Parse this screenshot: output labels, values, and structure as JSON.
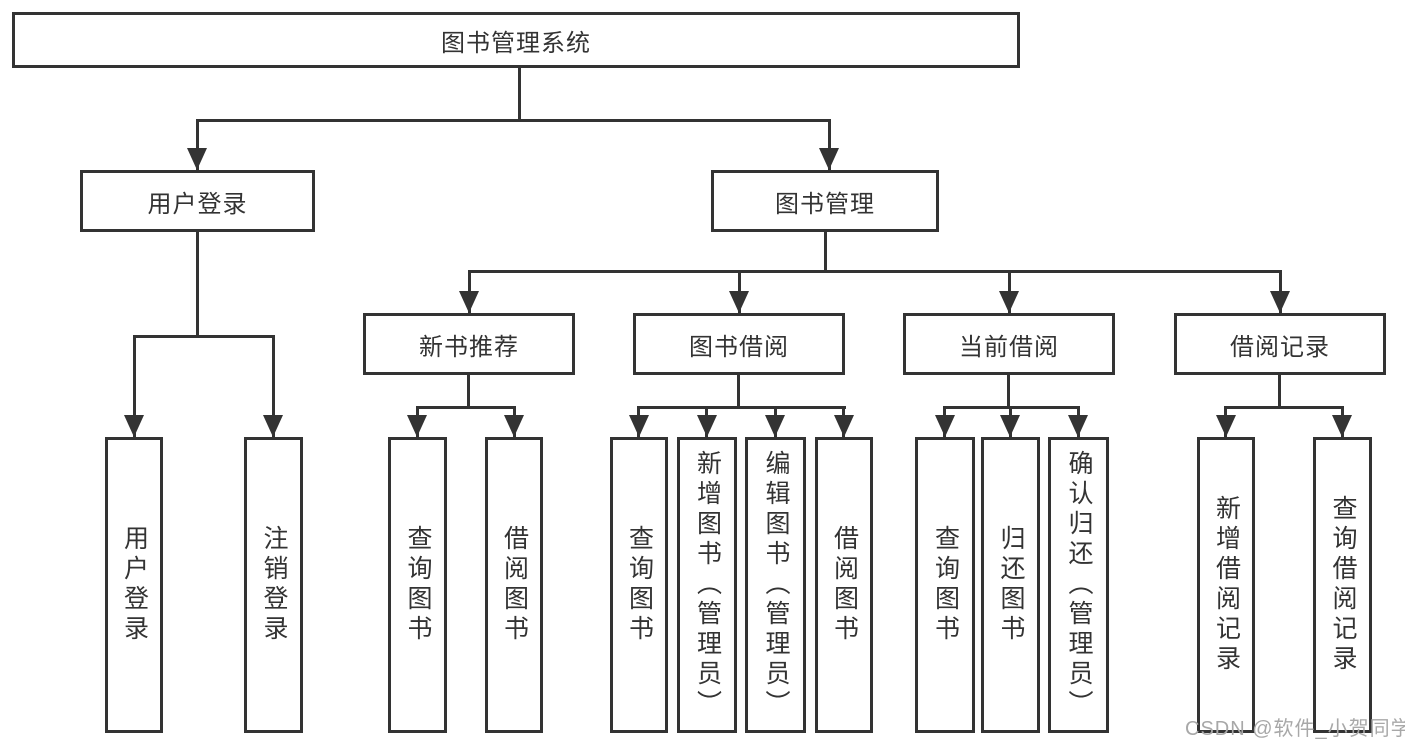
{
  "colors": {
    "line": "#333333",
    "box_border": "#333333",
    "text": "#333333",
    "background": "#ffffff",
    "watermark": "#a8a8a8"
  },
  "watermark": "CSDN @软件_小贺同学",
  "tree": {
    "root": "图书管理系统",
    "branches": [
      {
        "label": "用户登录",
        "children": [
          "用户登录",
          "注销登录"
        ]
      },
      {
        "label": "图书管理",
        "sections": [
          {
            "label": "新书推荐",
            "children": [
              "查询图书",
              "借阅图书"
            ]
          },
          {
            "label": "图书借阅",
            "children": [
              "查询图书",
              "新增图书（管理员）",
              "编辑图书（管理员）",
              "借阅图书"
            ]
          },
          {
            "label": "当前借阅",
            "children": [
              "查询图书",
              "归还图书",
              "确认归还（管理员）"
            ]
          },
          {
            "label": "借阅记录",
            "children": [
              "新增借阅记录",
              "查询借阅记录"
            ]
          }
        ]
      }
    ]
  }
}
